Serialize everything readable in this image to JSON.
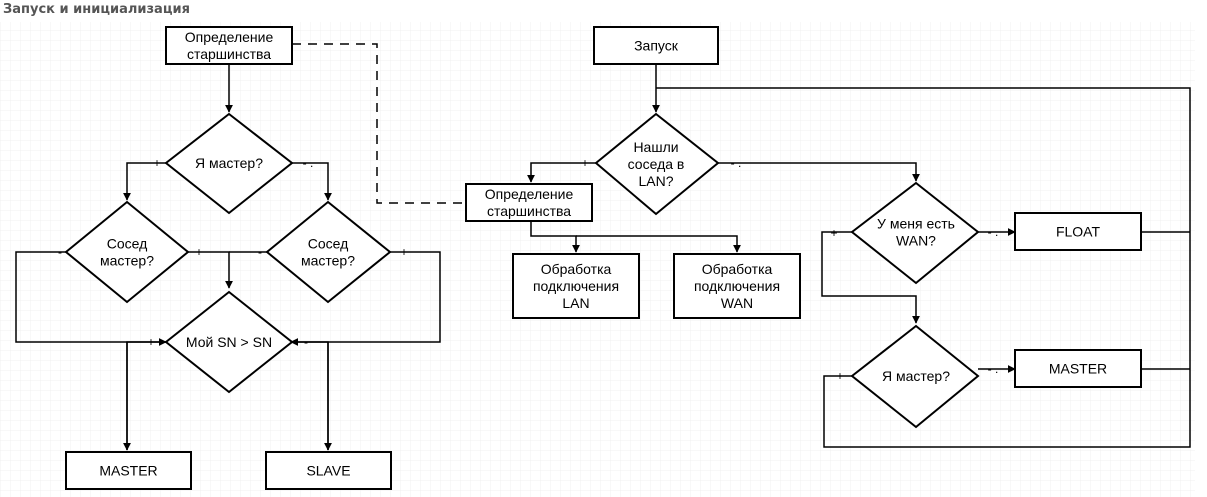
{
  "title": "Запуск и инициализация",
  "nodes": {
    "seniority_left": [
      "Определение",
      "старшинства"
    ],
    "i_master_left": [
      "Я мастер?"
    ],
    "neighbor_master_left": [
      "Сосед",
      "мастер?"
    ],
    "neighbor_master_mid": [
      "Сосед",
      "мастер?"
    ],
    "my_sn": [
      "Мой SN > SN"
    ],
    "master_bottom": [
      "MASTER"
    ],
    "slave_bottom": [
      "SLAVE"
    ],
    "start": [
      "Запуск"
    ],
    "found_neighbor": [
      "Нашли",
      "соседа в",
      "LAN?"
    ],
    "seniority_mid": [
      "Определение",
      "старшинства"
    ],
    "lan_handling": [
      "Обработка",
      "подключения",
      "LAN"
    ],
    "wan_handling": [
      "Обработка",
      "подключения",
      "WAN"
    ],
    "have_wan": [
      "У меня есть",
      "WAN?"
    ],
    "float": [
      "FLOAT"
    ],
    "i_master_right": [
      "Я мастер?"
    ],
    "master_right": [
      "MASTER"
    ]
  },
  "edge_labels": {
    "plus": "+",
    "minus": "-",
    "minus_dot": "- ."
  }
}
